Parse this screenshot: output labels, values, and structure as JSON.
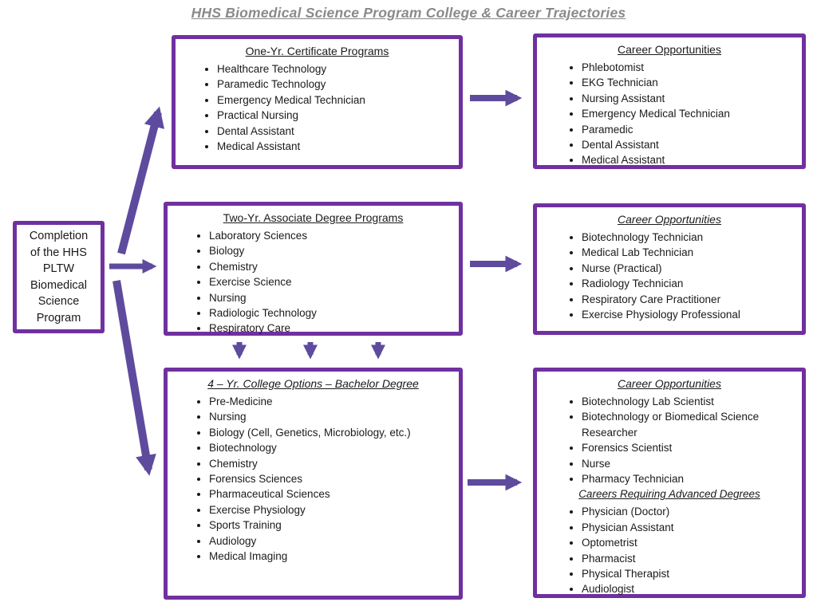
{
  "title": "HHS Biomedical Science Program College & Career Trajectories",
  "colors": {
    "border": "#7030A0",
    "arrow": "#5E4B9E",
    "title": "#8a8a8a",
    "text": "#1a1a1a"
  },
  "source_box": {
    "lines": [
      "Completion",
      "of the HHS",
      "PLTW",
      "Biomedical",
      "Science",
      "Program"
    ]
  },
  "certificate_programs": {
    "header": "One-Yr. Certificate Programs",
    "items": [
      "Healthcare Technology",
      "Paramedic Technology",
      "Emergency Medical Technician",
      "Practical Nursing",
      "Dental Assistant",
      "Medical Assistant"
    ]
  },
  "certificate_careers": {
    "header": "Career Opportunities",
    "items": [
      "Phlebotomist",
      "EKG Technician",
      "Nursing Assistant",
      "Emergency Medical Technician",
      "Paramedic",
      "Dental Assistant",
      "Medical Assistant"
    ]
  },
  "associate_programs": {
    "header": "Two-Yr. Associate Degree Programs",
    "items": [
      "Laboratory Sciences",
      "Biology",
      "Chemistry",
      "Exercise Science",
      "Nursing",
      "Radiologic Technology",
      "Respiratory Care"
    ]
  },
  "associate_careers": {
    "header": "Career Opportunities",
    "items": [
      "Biotechnology Technician",
      "Medical Lab Technician",
      "Nurse (Practical)",
      "Radiology Technician",
      "Respiratory Care Practitioner",
      "Exercise Physiology Professional"
    ]
  },
  "bachelor_programs": {
    "header": "4 – Yr. College Options – Bachelor Degree",
    "items": [
      "Pre-Medicine",
      "Nursing",
      "Biology (Cell, Genetics, Microbiology, etc.)",
      "Biotechnology",
      "Chemistry",
      "Forensics Sciences",
      "Pharmaceutical Sciences",
      "Exercise Physiology",
      "Sports Training",
      "Audiology",
      "Medical Imaging"
    ]
  },
  "bachelor_careers": {
    "header": "Career Opportunities",
    "items": [
      "Biotechnology Lab Scientist",
      "Biotechnology or Biomedical Science Researcher",
      "Forensics Scientist",
      "Nurse",
      "Pharmacy Technician"
    ],
    "subheader": "Careers Requiring Advanced Degrees",
    "advanced_items": [
      "Physician (Doctor)",
      "Physician Assistant",
      "Optometrist",
      "Pharmacist",
      "Physical Therapist",
      "Audiologist"
    ]
  }
}
